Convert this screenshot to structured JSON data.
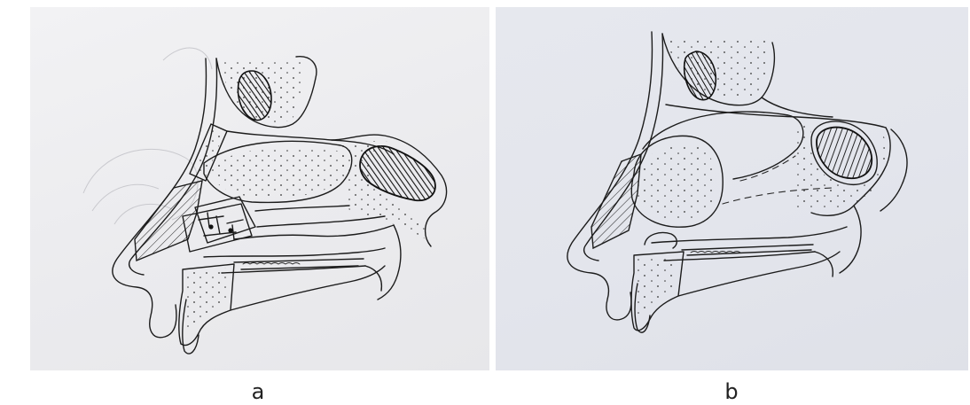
{
  "panels": [
    {
      "id": "a",
      "label": "a",
      "paper_color": "#ededf0",
      "ink_color": "#1c1c1c"
    },
    {
      "id": "b",
      "label": "b",
      "paper_color": "#e4e6ec",
      "ink_color": "#1c1c1c"
    }
  ]
}
